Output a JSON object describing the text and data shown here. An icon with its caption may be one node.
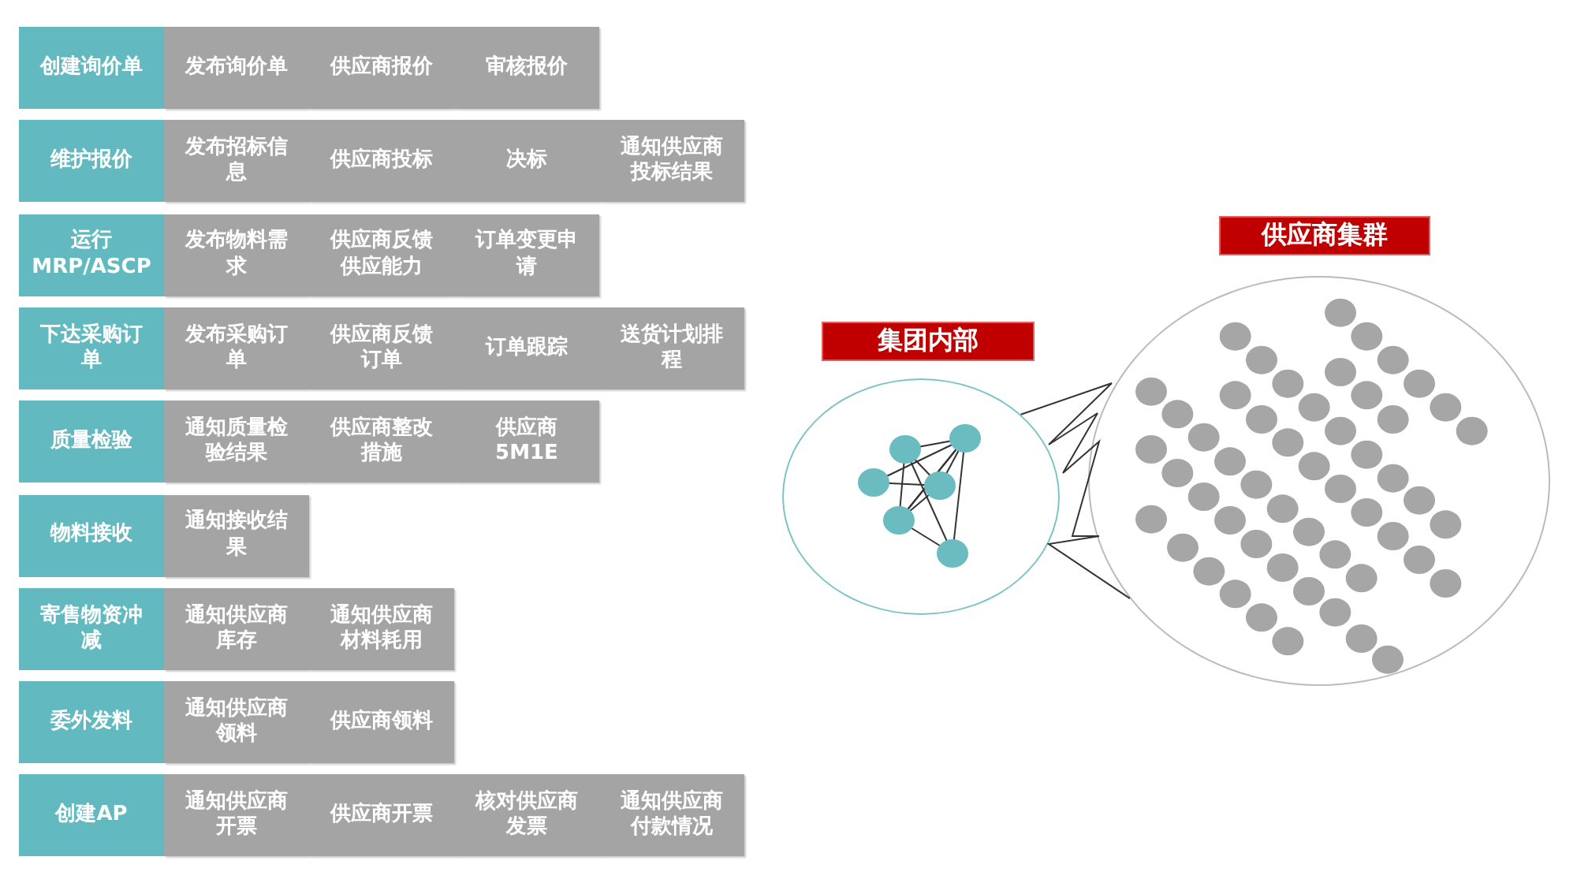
{
  "diagram": {
    "nodes": [
      {
        "text": [
          "创建询价单"
        ]
      },
      {
        "text": [
          "发布询价单"
        ]
      },
      {
        "text": [
          "供应商报价"
        ]
      },
      {
        "text": [
          "审核报价"
        ]
      },
      {
        "text": [
          "维护报价"
        ]
      },
      {
        "text": [
          "发布招标信息"
        ]
      },
      {
        "text": [
          "供应商投标"
        ]
      },
      {
        "text": [
          "决标"
        ]
      },
      {
        "text": [
          "通知供应商投标结果"
        ]
      },
      {
        "text": [
          "运行MRP/ASCP"
        ]
      },
      {
        "text": [
          "发布物料需求"
        ]
      },
      {
        "text": [
          "供应商反馈供应能力"
        ]
      },
      {
        "text": [
          "订单变更申请"
        ]
      },
      {
        "text": [
          "下达采购订单"
        ]
      },
      {
        "text": [
          "发布采购订单"
        ]
      },
      {
        "text": [
          "供应商反馈订单"
        ]
      },
      {
        "text": [
          "订单跟踪"
        ]
      },
      {
        "text": [
          "送货计划排程"
        ]
      },
      {
        "text": [
          "质量检验"
        ]
      },
      {
        "text": [
          "通知质量检验结果"
        ]
      },
      {
        "text": [
          "供应商整改措施"
        ]
      },
      {
        "text": [
          "供应商5M1E"
        ]
      },
      {
        "text": [
          "物料接收"
        ]
      },
      {
        "text": [
          "通知接收结果"
        ]
      },
      {
        "text": [
          "寄售物资冲减"
        ]
      },
      {
        "text": [
          "通知供应商库存"
        ]
      },
      {
        "text": [
          "通知供应商材料耗用"
        ]
      },
      {
        "text": [
          "委外发料"
        ]
      },
      {
        "text": [
          "通知供应商领料"
        ]
      },
      {
        "text": [
          "供应商领料"
        ]
      },
      {
        "text": [
          "创建AP"
        ]
      },
      {
        "text": [
          "通知供应商开票"
        ]
      },
      {
        "text": [
          "供应商开票"
        ]
      },
      {
        "text": [
          "核对供应商发票"
        ]
      },
      {
        "text": [
          "通知供应商付款情况"
        ]
      },
      {
        "text": [
          "集团内部"
        ]
      },
      {
        "text": [],
        "shape": "circle"
      },
      {
        "text": [
          "供应商集群"
        ]
      },
      {
        "text": [],
        "shape": "circle"
      }
    ],
    "edges": [
      {
        "from": 36,
        "to": 38,
        "arrow": "none"
      }
    ]
  }
}
